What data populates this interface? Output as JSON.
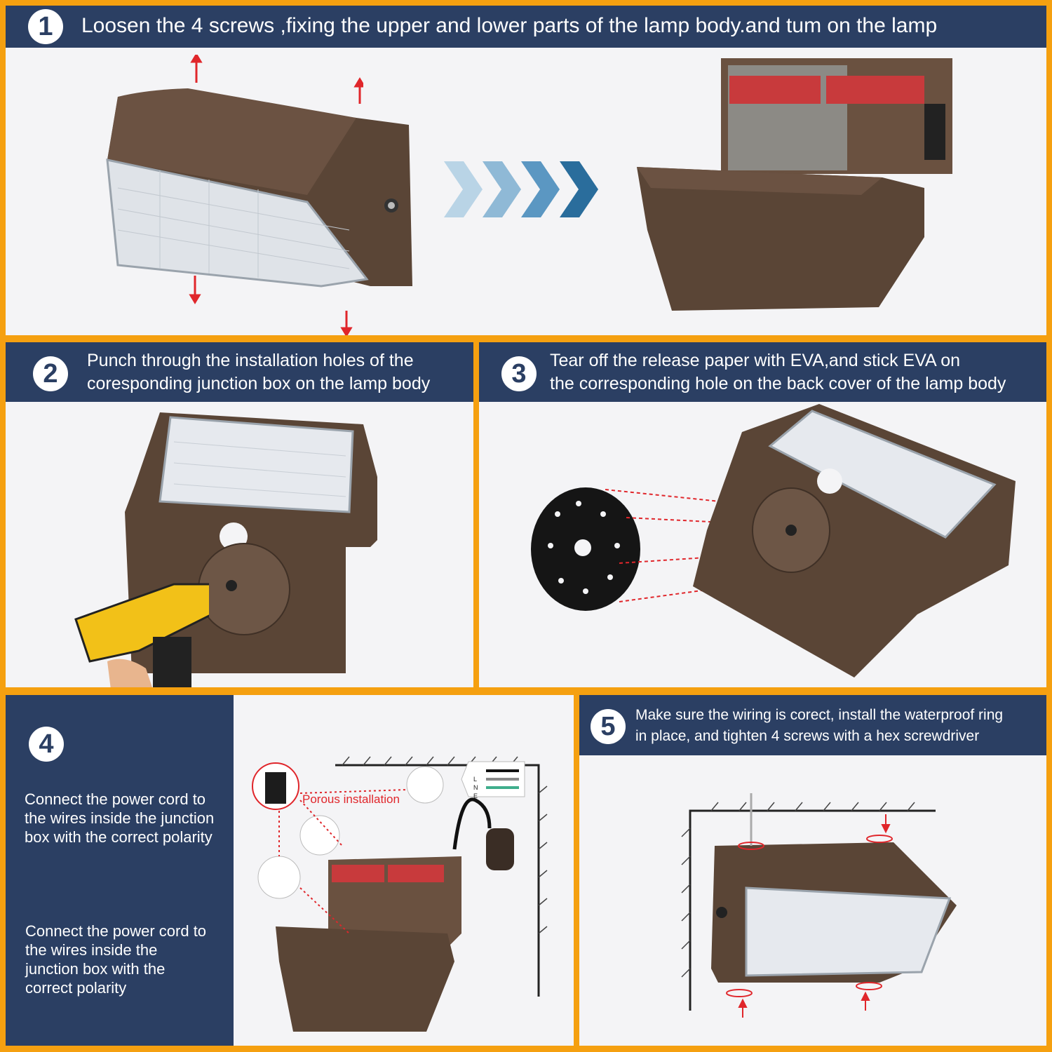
{
  "step1": {
    "number": "1",
    "title": "Loosen the 4 screws ,fixing the upper and lower parts of the lamp body.and tum on the lamp"
  },
  "step2": {
    "number": "2",
    "line1": "Punch through the installation holes of the",
    "line2": "coresponding junction box on the lamp body"
  },
  "step3": {
    "number": "3",
    "line1": "Tear off the release paper with EVA,and stick EVA on",
    "line2": "the corresponding hole on the back cover of the lamp body"
  },
  "step4": {
    "number": "4",
    "text1": "Connect the power cord to the wires inside the junction box with the correct polarity",
    "text2": "Connect the power cord to the wires inside the junction box with the correct polarity",
    "callout": "Porous installation",
    "wire_labels": [
      "L",
      "N",
      "E"
    ]
  },
  "step5": {
    "number": "5",
    "line1": "Make sure the wiring is corect, install the waterproof ring",
    "line2": "in place, and tighten 4 screws with a hex screwdriver"
  },
  "colors": {
    "frame": "#f5a010",
    "bar": "#2b3f63",
    "panel": "#f4f4f6",
    "lamp": "#5a4536",
    "arrow_red": "#e0262b",
    "chevron": "#2a6d9c"
  }
}
